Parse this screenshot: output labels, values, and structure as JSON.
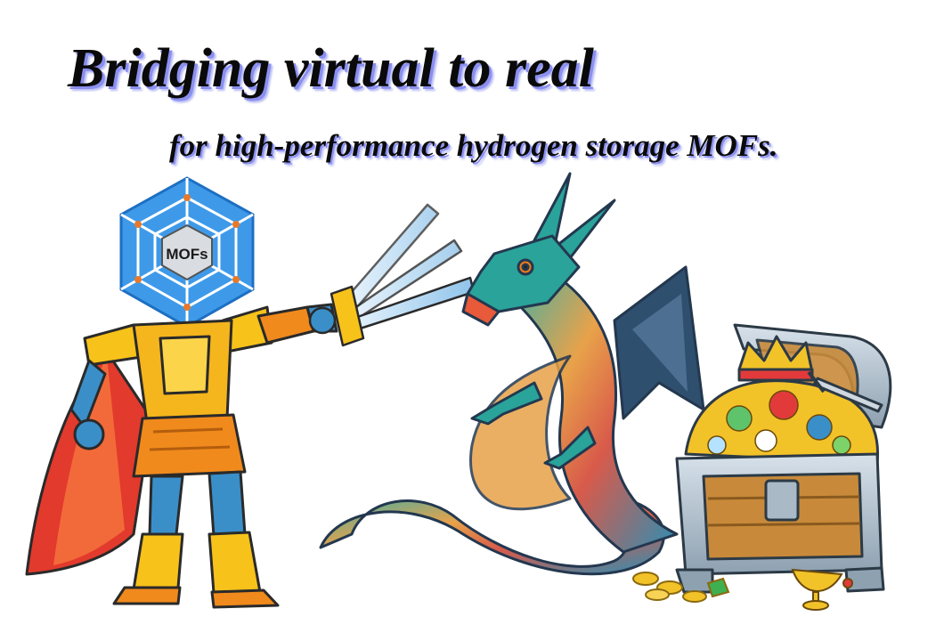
{
  "title": "Bridging virtual to real",
  "subtitle": "for high-performance hydrogen storage MOFs.",
  "badge_label": "MOFs",
  "colors": {
    "title_shadow": "#8a8ff0",
    "hex_blue": "#3e9ae9",
    "hex_node": "#e8792a",
    "armor_gold": "#f7c21a",
    "armor_orange": "#f08a1c",
    "cape_red": "#e23a2c",
    "armor_blue": "#3a8fc9",
    "sword_blade": "#a9d4f2",
    "dragon_teal": "#2aa39a",
    "dragon_dark": "#2f4f6f",
    "chest_metal": "#a9b9c6",
    "chest_wood": "#c88a3a",
    "gold": "#f2c229"
  },
  "icons": [
    "mof-hexagon-icon",
    "knight-figure",
    "sword-icon",
    "dragon-figure",
    "treasure-chest-icon",
    "crown-icon",
    "dagger-icon",
    "gold-coins-icon",
    "goblet-icon"
  ]
}
